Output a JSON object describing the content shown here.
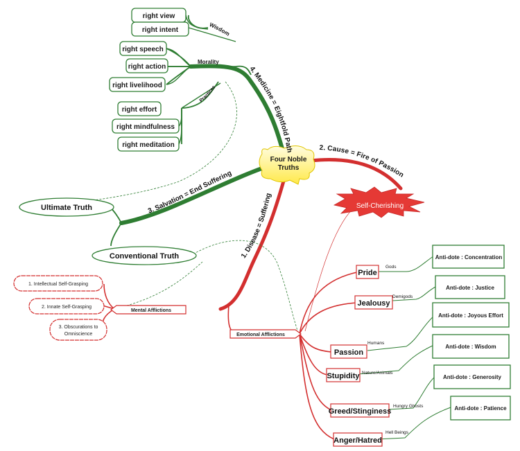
{
  "center": {
    "line1": "Four Noble",
    "line2": "Truths"
  },
  "branches": {
    "medicine": "4. Medicine = Eightfold Path",
    "cause": "2. Cause = Fire of Passion",
    "salvation": "3. Salvation = End Suffering",
    "disease": "1. Disease = Suffering"
  },
  "groups": {
    "wisdom": "Wisdom",
    "morality": "Morality",
    "practices": "Practices"
  },
  "path_items": {
    "right_view": "right view",
    "right_intent": "right intent",
    "right_speech": "right speech",
    "right_action": "right action",
    "right_livelihood": "right livelihood",
    "right_effort": "right effort",
    "right_mindfulness": "right mindfulness",
    "right_meditation": "right meditation"
  },
  "truths": {
    "ultimate": "Ultimate Truth",
    "conventional": "Conventional Truth"
  },
  "self_cherishing": "Self-Cherishing",
  "mental": {
    "label": "Mental Afflictions",
    "items": [
      "1. Intellectual Self-Grasping",
      "2. Innate Self-Grasping",
      "3. Obscurations to",
      "Omniscience"
    ]
  },
  "emotional": {
    "label": "Emotional Afflictions"
  },
  "afflictions": [
    {
      "name": "Pride",
      "realm": "Gods",
      "antidote": "Anti-dote : Concentration"
    },
    {
      "name": "Jealousy",
      "realm": "Demigods",
      "antidote": "Anti-dote : Justice"
    },
    {
      "name": "Passion",
      "realm": "Humans",
      "antidote": "Anti-dote : Joyous Effort"
    },
    {
      "name": "Stupidity",
      "realm": "Nature/Animals",
      "antidote": "Anti-dote : Wisdom"
    },
    {
      "name": "Greed/Stinginess",
      "realm": "Hungry Ghosts",
      "antidote": "Anti-dote : Generosity"
    },
    {
      "name": "Anger/Hatred",
      "realm": "Hell Beings",
      "antidote": "Anti-dote : Patience"
    }
  ],
  "colors": {
    "green": "#2e7d32",
    "red": "#d32f2f",
    "center_fill": "#fff176",
    "burst": "#e53935"
  }
}
